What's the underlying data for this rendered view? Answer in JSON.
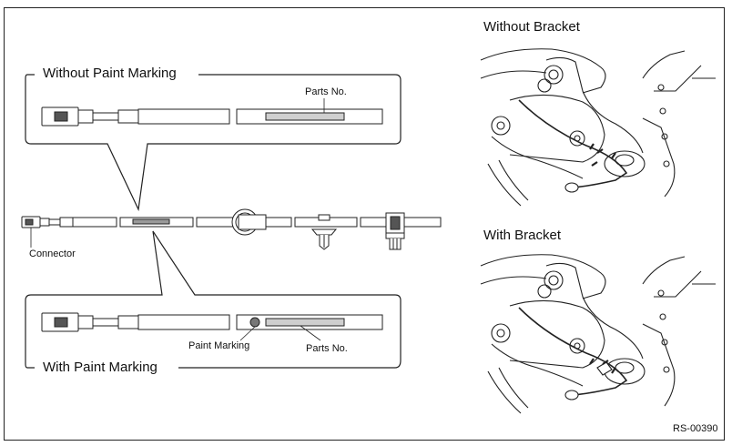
{
  "left": {
    "top_callout_title": "Without Paint Marking",
    "bottom_callout_title": "With Paint Marking",
    "parts_no_top": "Parts No.",
    "parts_no_bottom": "Parts No.",
    "paint_marking": "Paint Marking",
    "connector": "Connector"
  },
  "right": {
    "top_title": "Without Bracket",
    "bottom_title": "With Bracket"
  },
  "figure_code": "RS-00390"
}
